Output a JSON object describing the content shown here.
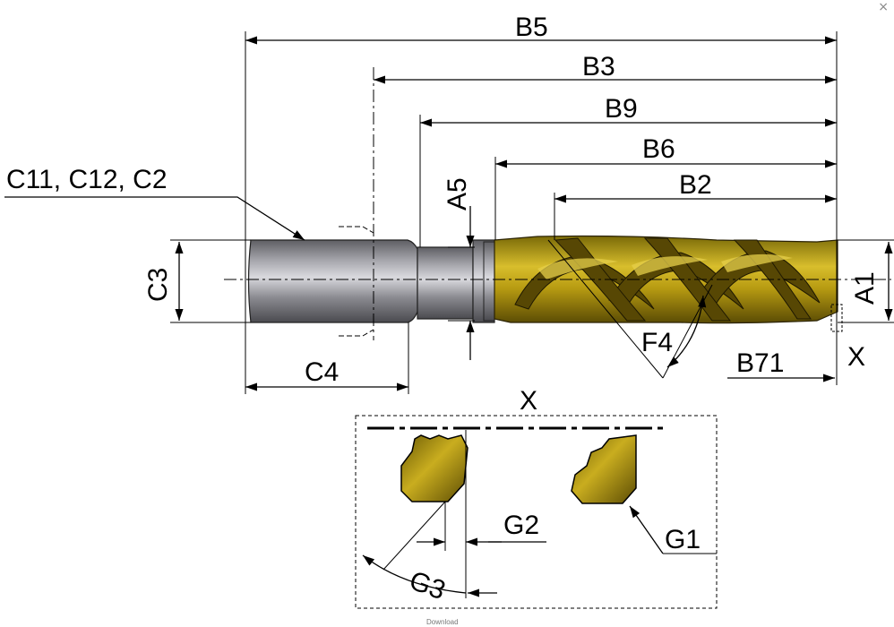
{
  "labels": {
    "b5": "B5",
    "b3": "B3",
    "b9": "B9",
    "b6": "B6",
    "b2": "B2",
    "a5": "A5",
    "c_group": "C11, C12, C2",
    "c3": "C3",
    "a1": "A1",
    "c4": "C4",
    "f4": "F4",
    "b71": "B71",
    "x_marker": "X",
    "detail_title": "X",
    "g1": "G1",
    "g2": "G2",
    "g3": "G3"
  },
  "close_glyph": "×",
  "footer": "Download",
  "colors": {
    "shank": "#8a8a8f",
    "flute_gold": "#b39a10",
    "flute_dark": "#5c4d05",
    "line": "#000000"
  }
}
